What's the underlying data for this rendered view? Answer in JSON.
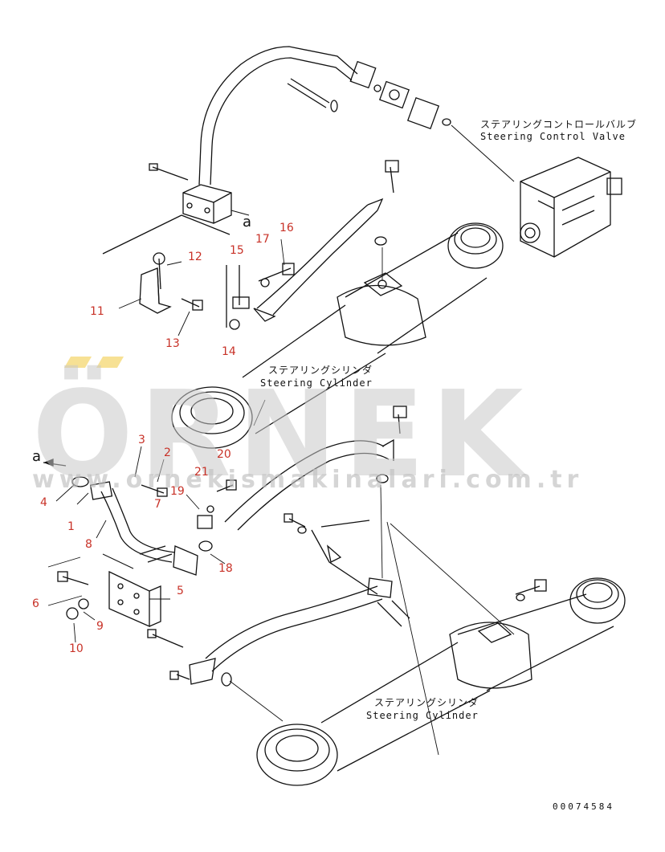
{
  "labels": {
    "valve_jp": "ステアリングコントロールバルブ",
    "valve_en": "Steering Control Valve",
    "cyl1_jp": "ステアリングシリンダ",
    "cyl1_en": "Steering Cylinder",
    "cyl2_jp": "ステアリングシリンダ",
    "cyl2_en": "Steering Cylinder",
    "ref_a_top": "a",
    "ref_a_left": "a"
  },
  "callouts": [
    "1",
    "2",
    "3",
    "4",
    "5",
    "6",
    "7",
    "8",
    "9",
    "10",
    "11",
    "12",
    "13",
    "14",
    "15",
    "16",
    "17",
    "18",
    "19",
    "20",
    "21"
  ],
  "watermark": {
    "brand": "ÖRNEK",
    "url": "www.ornekismakinalari.com.tr"
  },
  "doc_number": "00074584",
  "colors": {
    "callout": "#c83228",
    "line": "#111111",
    "watermark": "#c8c8c8",
    "accent": "#f0c83c"
  }
}
